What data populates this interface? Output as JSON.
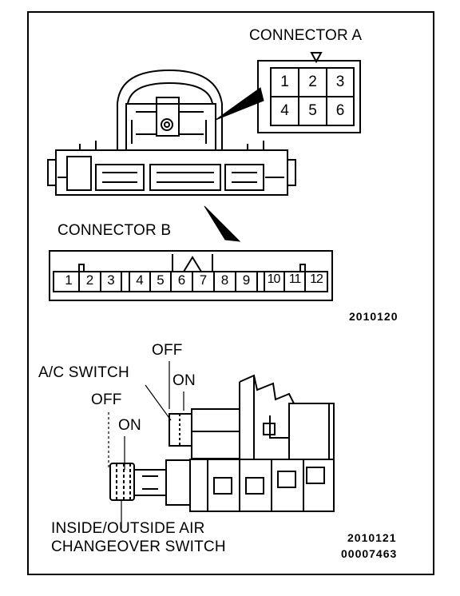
{
  "connector_a": {
    "title": "CONNECTOR A",
    "pins": [
      "1",
      "2",
      "3",
      "4",
      "5",
      "6"
    ]
  },
  "connector_b": {
    "title": "CONNECTOR B",
    "pins": [
      "1",
      "2",
      "3",
      "4",
      "5",
      "6",
      "7",
      "8",
      "9",
      "10",
      "11",
      "12"
    ]
  },
  "figure_top_code": "2010120",
  "lower": {
    "ac_switch": "A/C SWITCH",
    "off_upper": "OFF",
    "on_upper": "ON",
    "off_lower": "OFF",
    "on_lower": "ON",
    "air_switch_line1": "INSIDE/OUTSIDE AIR",
    "air_switch_line2": "CHANGEOVER SWITCH"
  },
  "figure_bottom_code": "2010121",
  "doc_number": "00007463"
}
